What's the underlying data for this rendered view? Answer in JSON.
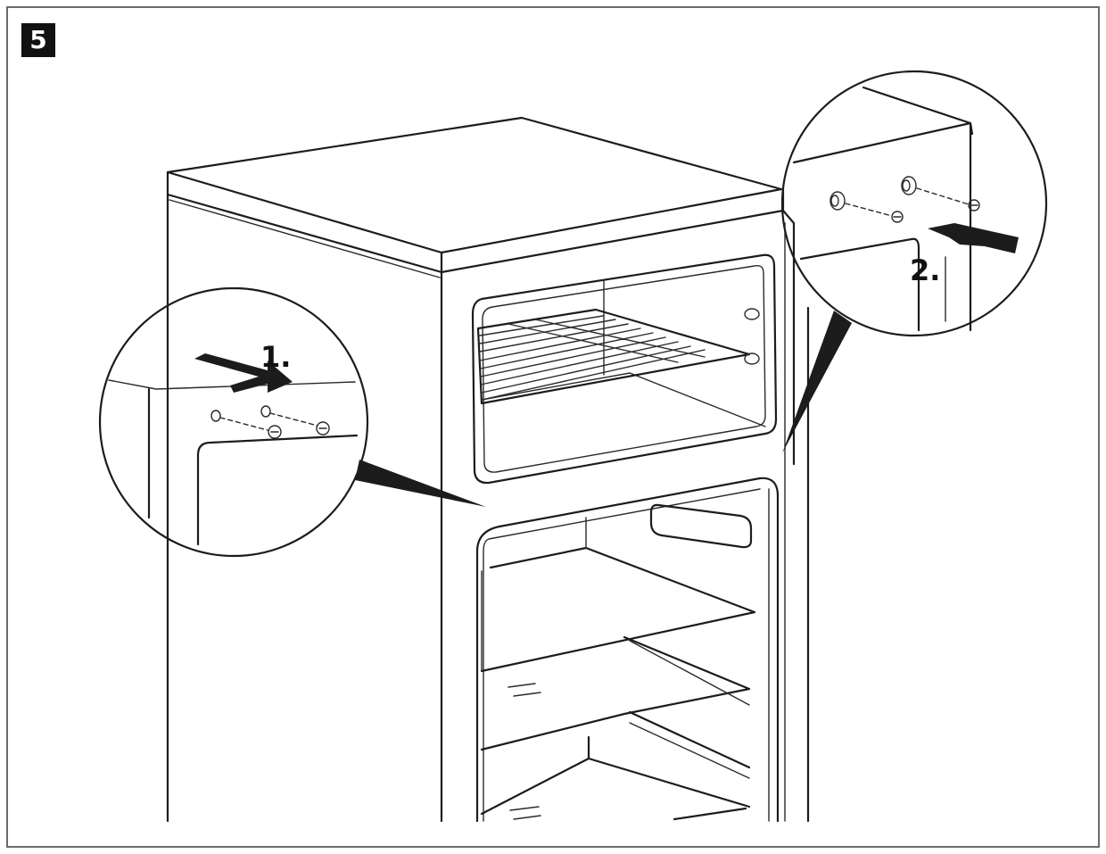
{
  "step_number": "5",
  "callouts": {
    "left_label": "1.",
    "right_label": "2."
  },
  "colors": {
    "line": "#1c1c1c",
    "frame": "#6b6b6b",
    "badge_bg": "#111111"
  }
}
